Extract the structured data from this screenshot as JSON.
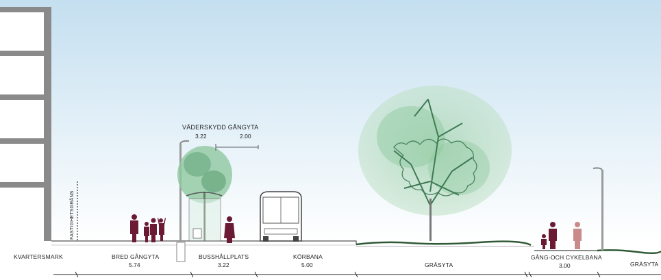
{
  "diagram": {
    "annotation": {
      "title": "VÄDERSKYDD GÅNGYTA",
      "value_left": "3.22",
      "value_right": "2.00"
    },
    "property_line_label": "FASTIGHETSGRÄNS",
    "zones": [
      {
        "label": "KVARTERSMARK",
        "width": ""
      },
      {
        "label": "BRED GÅNGYTA",
        "width": "5.74"
      },
      {
        "label": "BUSSHÅLLPLATS",
        "width": "3.22"
      },
      {
        "label": "KÖRBANA",
        "width": "5.00"
      },
      {
        "label": "GRÄSYTA",
        "width": ""
      },
      {
        "label": "GÅNG-OCH CYKELBANA",
        "width": "3.00"
      },
      {
        "label": "GRÄSYTA",
        "width": ""
      }
    ],
    "colors": {
      "sky_top": "#c4dff0",
      "sky_bottom": "#ffffff",
      "building": "#8a8a8a",
      "tree_light": "#9fcfae",
      "tree_dark": "#3f7a55",
      "grass": "#2f5a35",
      "people": "#6b1a33",
      "person_light": "#c98a8a"
    }
  }
}
